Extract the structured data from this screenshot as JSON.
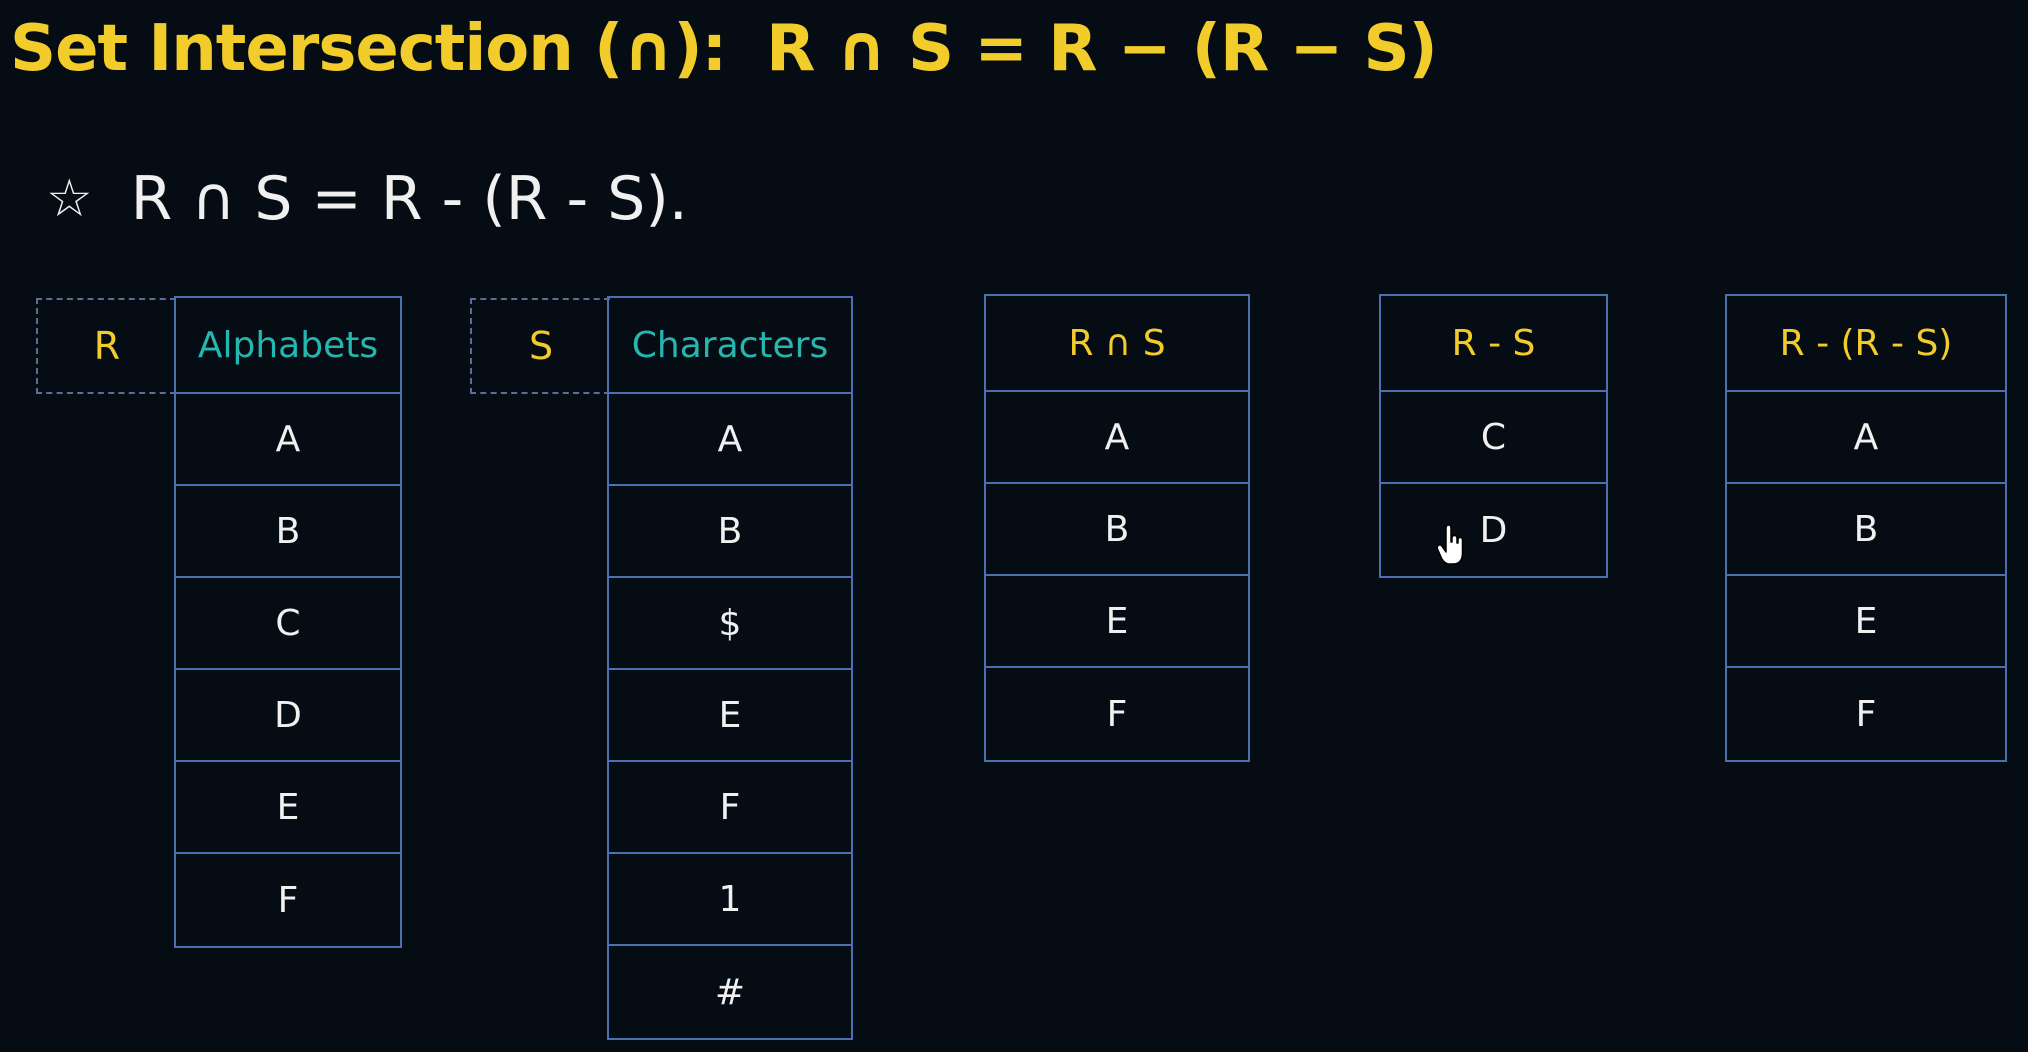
{
  "title": {
    "main": "Set Intersection (∩):",
    "formula": "R ∩ S = R − (R − S)"
  },
  "statement": {
    "bullet_icon": "star-outline-icon",
    "text": "R ∩ S = R - (R - S)."
  },
  "tables": {
    "R": {
      "name": "R",
      "header": "Alphabets",
      "rows": [
        "A",
        "B",
        "C",
        "D",
        "E",
        "F"
      ]
    },
    "S": {
      "name": "S",
      "header": "Characters",
      "rows": [
        "A",
        "B",
        "$",
        "E",
        "F",
        "1",
        "#"
      ]
    },
    "intersection": {
      "header": "R ∩ S",
      "rows": [
        "A",
        "B",
        "E",
        "F"
      ]
    },
    "difference": {
      "header": "R - S",
      "rows": [
        "C",
        "D"
      ]
    },
    "result": {
      "header": "R - (R - S)",
      "rows": [
        "A",
        "B",
        "E",
        "F"
      ]
    }
  },
  "colors": {
    "background": "#050c13",
    "title": "#f2cc2a",
    "teal_header": "#26b6b0",
    "border": "#4d6eb0"
  }
}
